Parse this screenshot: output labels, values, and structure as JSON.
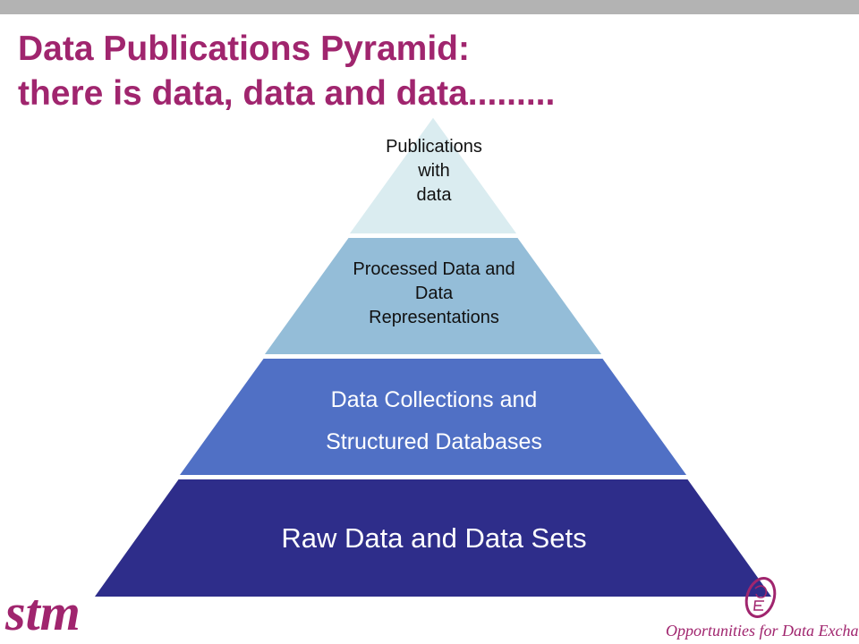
{
  "title": {
    "line1": "Data Publications Pyramid:",
    "line2": "there is data, data and data........."
  },
  "pyramid": {
    "tiers": [
      {
        "lines": [
          "Publications",
          "with",
          "data"
        ],
        "color": "#daecf0"
      },
      {
        "lines": [
          "Processed Data and",
          "Data",
          "Representations"
        ],
        "color": "#94bdd8"
      },
      {
        "lines": [
          "Data Collections and",
          "Structured Databases"
        ],
        "color": "#5070c5"
      },
      {
        "lines": [
          "Raw Data and Data Sets"
        ],
        "color": "#2e2d8a"
      }
    ]
  },
  "logos": {
    "stm": "stm",
    "ode_caption": "Opportunities for Data Exchange"
  },
  "colors": {
    "title": "#a0256e",
    "top_bar": "#b3b3b3"
  }
}
